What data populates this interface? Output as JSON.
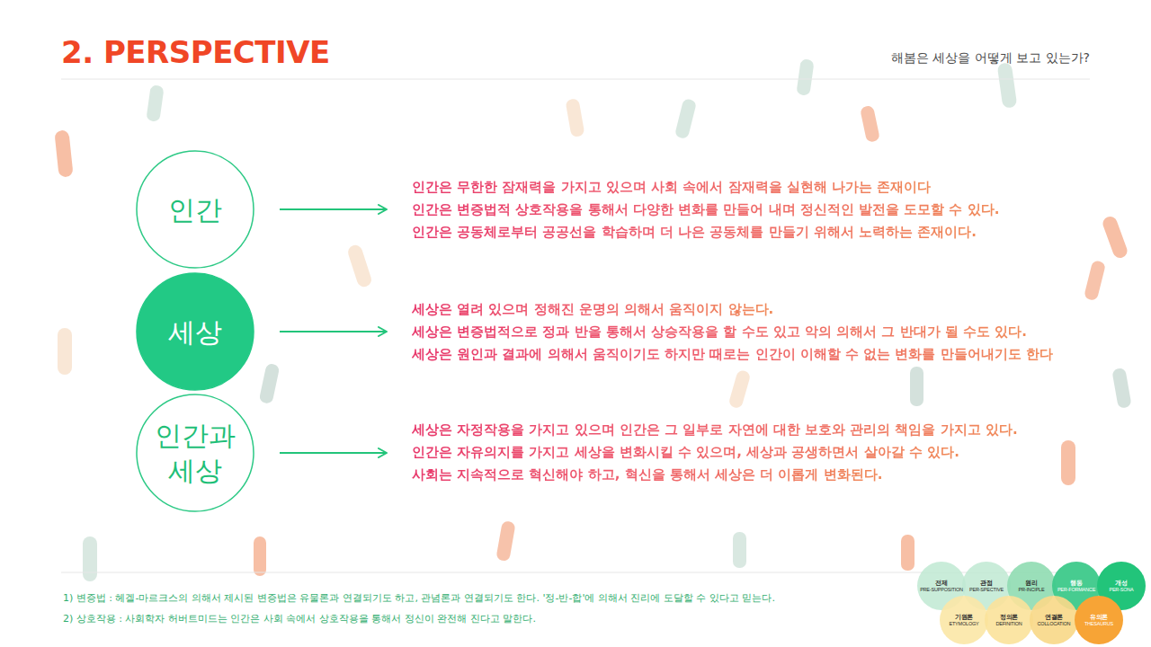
{
  "diagram": {
    "title": "2. PERSPECTIVE",
    "nodes": [
      {
        "text": [
          "인간"
        ]
      },
      {
        "text": [
          "인간은 무한한 잠재력을 가지고 있으며 사회 속에서 잠재력을 실현해 나가는 존재이다",
          "인간은 변증법적 상호작용을 통해서 다양한 변화를 만들어 내며 정신적인 발전을 도모할 수 있다.",
          "인간은 공동체로부터 공공선을 학습하며 더 나은 공동체를 만들기 위해서 노력하는 존재이다."
        ]
      },
      {
        "text": [
          "세상"
        ]
      },
      {
        "text": [
          "세상은 열려 있으며 정해진 운명의 의해서 움직이지 않는다.",
          "세상은 변증법적으로 정과 반을 통해서 상승작용을 할 수도 있고 악의 의해서 그 반대가 될 수도 있다.",
          "세상은 원인과 결과에 의해서 움직이기도 하지만 때로는 인간이 이해할 수 없는 변화를 만들어내기도 한다"
        ]
      },
      {
        "text": [
          "인간과 세상"
        ]
      },
      {
        "text": [
          "세상은 자정작용을 가지고 있으며 인간은 그 일부로 자연에 대한 보호와 관리의 책임을 가지고 있다.",
          "인간은 자유의지를 가지고 세상을 변화시킬 수 있으며, 세상과 공생하면서 살아갈 수 있다.",
          "사회는 지속적으로 혁신해야 하고, 혁신을 통해서 세상은 더 이롭게 변화된다."
        ]
      },
      {
        "text": [
          "전제",
          "PRE-SUPPOSITION"
        ]
      },
      {
        "text": [
          "관점",
          "PER-SPECTIVE"
        ]
      },
      {
        "text": [
          "원리",
          "PR-INCIPLE"
        ]
      },
      {
        "text": [
          "행동",
          "PER-FORMANCE"
        ]
      },
      {
        "text": [
          "개성",
          "PER-SONA"
        ]
      },
      {
        "text": [
          "기원론",
          "ETYMOLOGY"
        ]
      },
      {
        "text": [
          "정의론",
          "DEFINITION"
        ]
      },
      {
        "text": [
          "연결론",
          "COLLOCATION"
        ]
      },
      {
        "text": [
          "유의론",
          "THESAURUS"
        ]
      }
    ],
    "edges": [
      {
        "from": 0,
        "to": 1,
        "arrow": "to"
      },
      {
        "from": 2,
        "to": 3,
        "arrow": "to"
      },
      {
        "from": 4,
        "to": 5,
        "arrow": "to"
      }
    ],
    "labels": [
      "해봄은 세상을 어떻게 보고 있는가?",
      "1) 변증법 : 헤겔-마르크스의 의해서 제시된 변증법은 유물론과 연결되기도 하고, 관념론과 연결되기도 한다. '정-반-합'에 의해서 진리에 도달할 수 있다고 믿는다.",
      "2) 상호작용 : 사회학자 허버트미드는 인간은 사회 속에서 상호작용을 통해서 정신이 완전해 진다고 말한다."
    ]
  }
}
